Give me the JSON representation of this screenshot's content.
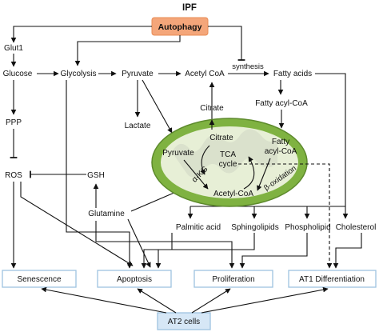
{
  "title": "IPF",
  "autophagy": "Autophagy",
  "colors": {
    "autophagy_fill": "#f4a67a",
    "mito_outer": "#7fb241",
    "mito_inner": "#e7efd6",
    "outcome_border": "#9ec3e0",
    "at2_fill": "#d6e7f6"
  },
  "nodes": {
    "glut1": "Glut1",
    "glucose": "Glucose",
    "glycolysis": "Glycolysis",
    "pyruvate": "Pyruvate",
    "acetyl_coa": "Acetyl CoA",
    "synthesis": "synthesis",
    "fatty_acids": "Fatty acids",
    "ppp": "PPP",
    "citrate": "Citrate",
    "fatty_acyl_coa": "Fatty acyl-CoA",
    "lactate": "Lactate",
    "ros": "ROS",
    "gsh": "GSH",
    "glutamine": "Glutamine",
    "palmitic_acid": "Palmitic acid",
    "sphingolipids": "Sphingolipids",
    "phospholipid": "Phospholipid",
    "cholesterol": "Cholesterol"
  },
  "mito": {
    "citrate": "Citrate",
    "pyruvate": "Pyruvate",
    "tca_line1": "TCA",
    "tca_line2": "cycle",
    "akg": "α-KG",
    "acetyl_coa": "Acetyl-CoA",
    "fatty_line1": "Fatty",
    "fatty_line2": "acyl-CoA",
    "beta_oxidation": "β-oxidation"
  },
  "outcomes": {
    "senescence": "Senescence",
    "apoptosis": "Apoptosis",
    "proliferation": "Proliferation",
    "at1_differentiation": "AT1 Differentiation"
  },
  "at2_cells": "AT2 cells"
}
